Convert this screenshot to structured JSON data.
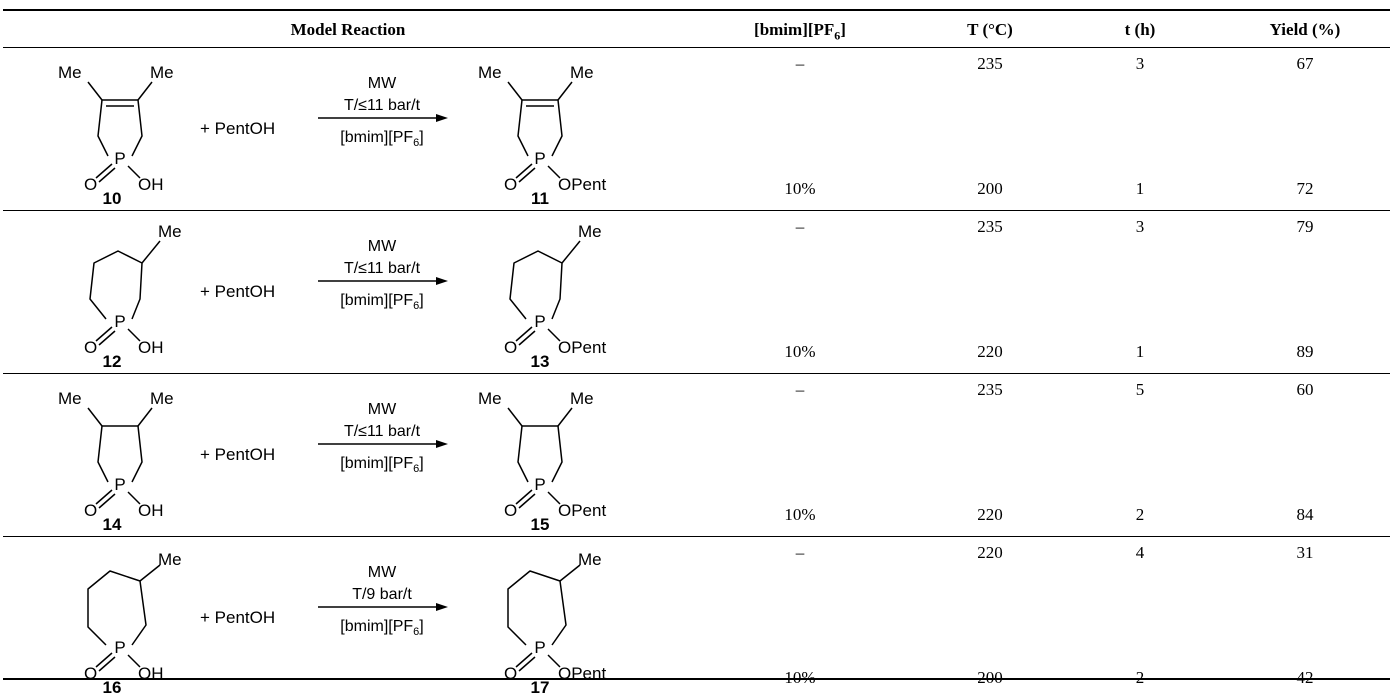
{
  "table": {
    "headers": {
      "model_reaction": "Model Reaction",
      "ionic_liquid_main": "[bmim][PF",
      "ionic_liquid_sub": "6",
      "ionic_liquid_close": "]",
      "temperature": "T (°C)",
      "time": "t (h)",
      "yield": "Yield (%)"
    },
    "rows": [
      {
        "reactant_number": "10",
        "product_number": "11",
        "reagent": "+ PentOH",
        "conditions_top": "MW",
        "conditions_middle": "T/≤11 bar/t",
        "conditions_bottom": "[bmim][PF",
        "conditions_bottom_sub": "6",
        "conditions_bottom_close": "]",
        "me_label": "Me",
        "oh_label": "OH",
        "opent_label": "OPent",
        "p_label": "P",
        "o_label": "O",
        "entries": [
          {
            "il": "–",
            "temp": "235",
            "time": "3",
            "yield": "67"
          },
          {
            "il": "10%",
            "temp": "200",
            "time": "1",
            "yield": "72"
          }
        ]
      },
      {
        "reactant_number": "12",
        "product_number": "13",
        "reagent": "+ PentOH",
        "conditions_top": "MW",
        "conditions_middle": "T/≤11 bar/t",
        "conditions_bottom": "[bmim][PF",
        "conditions_bottom_sub": "6",
        "conditions_bottom_close": "]",
        "me_label": "Me",
        "oh_label": "OH",
        "opent_label": "OPent",
        "p_label": "P",
        "o_label": "O",
        "entries": [
          {
            "il": "–",
            "temp": "235",
            "time": "3",
            "yield": "79"
          },
          {
            "il": "10%",
            "temp": "220",
            "time": "1",
            "yield": "89"
          }
        ]
      },
      {
        "reactant_number": "14",
        "product_number": "15",
        "reagent": "+ PentOH",
        "conditions_top": "MW",
        "conditions_middle": "T/≤11 bar/t",
        "conditions_bottom": "[bmim][PF",
        "conditions_bottom_sub": "6",
        "conditions_bottom_close": "]",
        "me_label": "Me",
        "oh_label": "OH",
        "opent_label": "OPent",
        "p_label": "P",
        "o_label": "O",
        "entries": [
          {
            "il": "–",
            "temp": "235",
            "time": "5",
            "yield": "60"
          },
          {
            "il": "10%",
            "temp": "220",
            "time": "2",
            "yield": "84"
          }
        ]
      },
      {
        "reactant_number": "16",
        "product_number": "17",
        "reagent": "+ PentOH",
        "conditions_top": "MW",
        "conditions_middle": "T/9 bar/t",
        "conditions_bottom": "[bmim][PF",
        "conditions_bottom_sub": "6",
        "conditions_bottom_close": "]",
        "me_label": "Me",
        "oh_label": "OH",
        "opent_label": "OPent",
        "p_label": "P",
        "o_label": "O",
        "entries": [
          {
            "il": "–",
            "temp": "220",
            "time": "4",
            "yield": "31"
          },
          {
            "il": "10%",
            "temp": "200",
            "time": "2",
            "yield": "42"
          }
        ]
      }
    ]
  }
}
